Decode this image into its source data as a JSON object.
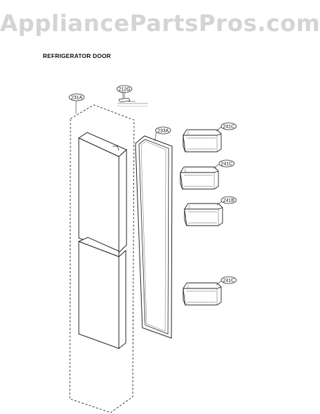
{
  "header": {
    "watermark": "AppliancePartsPros.com"
  },
  "diagram": {
    "title": "REFRIGERATOR DOOR",
    "callouts": {
      "door": "231A",
      "hinge": "212G",
      "gasket": "233A",
      "basket_1": "241C",
      "basket_2": "241C",
      "basket_3": "241B",
      "basket_4": "241C"
    },
    "colors": {
      "line": "#222222",
      "watermark": "#d4d4d4",
      "background": "#ffffff"
    }
  }
}
